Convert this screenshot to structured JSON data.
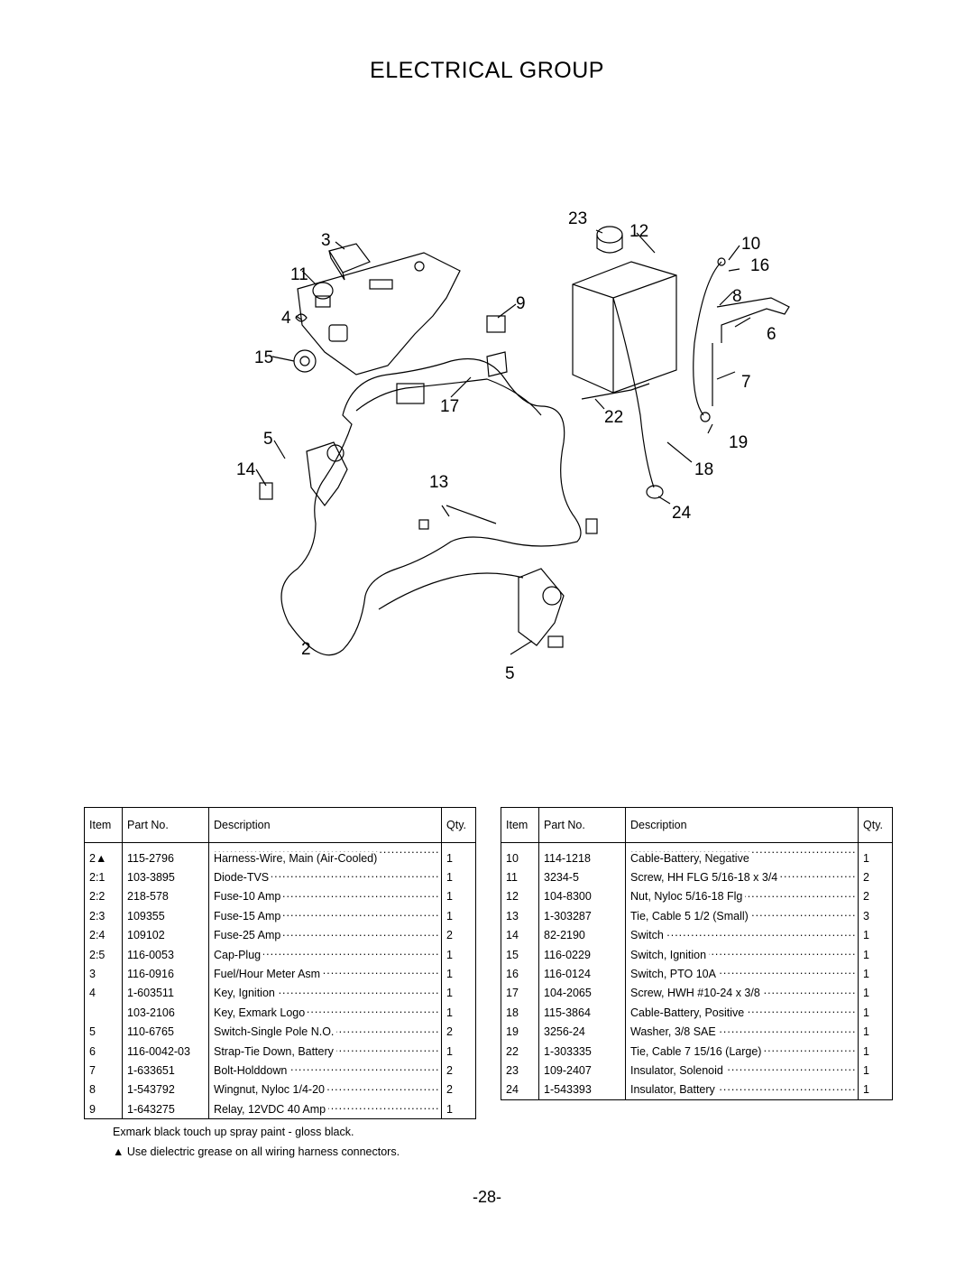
{
  "page": {
    "title": "ELECTRICAL GROUP",
    "page_number": "-28-"
  },
  "diagram": {
    "callouts": [
      "23",
      "12",
      "3",
      "10",
      "11",
      "16",
      "9",
      "8",
      "4",
      "6",
      "15",
      "7",
      "17",
      "22",
      "5",
      "19",
      "14",
      "18",
      "13",
      "24",
      "2",
      "5"
    ]
  },
  "tables": {
    "headers": {
      "item": "Item",
      "part_no": "Part No.",
      "description": "Description",
      "qty": "Qty."
    },
    "left": [
      {
        "item": "2▲",
        "part_no": "115-2796",
        "description": "Harness-Wire, Main (Air-Cooled)",
        "qty": "1"
      },
      {
        "item": "2:1",
        "part_no": "103-3895",
        "description": "Diode-TVS",
        "qty": "1"
      },
      {
        "item": "2:2",
        "part_no": "218-578",
        "description": "Fuse-10 Amp",
        "qty": "1"
      },
      {
        "item": "2:3",
        "part_no": "109355",
        "description": "Fuse-15 Amp",
        "qty": "1"
      },
      {
        "item": "2:4",
        "part_no": "109102",
        "description": "Fuse-25 Amp",
        "qty": "2"
      },
      {
        "item": "2:5",
        "part_no": "116-0053",
        "description": "Cap-Plug",
        "qty": "1"
      },
      {
        "item": "3",
        "part_no": "116-0916",
        "description": "Fuel/Hour Meter Asm",
        "qty": "1"
      },
      {
        "item": "4",
        "part_no": "1-603511",
        "description": "Key, Ignition",
        "qty": "1"
      },
      {
        "item": "",
        "part_no": "103-2106",
        "description": "Key, Exmark Logo",
        "qty": "1"
      },
      {
        "item": "5",
        "part_no": "110-6765",
        "description": "Switch-Single Pole N.O.",
        "qty": "2"
      },
      {
        "item": "6",
        "part_no": "116-0042-03",
        "description": "Strap-Tie Down, Battery",
        "qty": "1"
      },
      {
        "item": "7",
        "part_no": "1-633651",
        "description": "Bolt-Holddown",
        "qty": "2"
      },
      {
        "item": "8",
        "part_no": "1-543792",
        "description": "Wingnut, Nyloc 1/4-20",
        "qty": "2"
      },
      {
        "item": "9",
        "part_no": "1-643275",
        "description": "Relay, 12VDC 40 Amp",
        "qty": "1"
      }
    ],
    "right": [
      {
        "item": "10",
        "part_no": "114-1218",
        "description": "Cable-Battery, Negative",
        "qty": "1"
      },
      {
        "item": "11",
        "part_no": "3234-5",
        "description": "Screw, HH FLG 5/16-18 x 3/4",
        "qty": "2"
      },
      {
        "item": "12",
        "part_no": "104-8300",
        "description": "Nut, Nyloc 5/16-18 Flg",
        "qty": "2"
      },
      {
        "item": "13",
        "part_no": "1-303287",
        "description": "Tie, Cable 5 1/2 (Small)",
        "qty": "3"
      },
      {
        "item": "14",
        "part_no": "82-2190",
        "description": "Switch",
        "qty": "1"
      },
      {
        "item": "15",
        "part_no": "116-0229",
        "description": "Switch, Ignition",
        "qty": "1"
      },
      {
        "item": "16",
        "part_no": "116-0124",
        "description": "Switch, PTO 10A",
        "qty": "1"
      },
      {
        "item": "17",
        "part_no": "104-2065",
        "description": "Screw, HWH #10-24 x 3/8",
        "qty": "1"
      },
      {
        "item": "18",
        "part_no": "115-3864",
        "description": "Cable-Battery, Positive",
        "qty": "1"
      },
      {
        "item": "19",
        "part_no": "3256-24",
        "description": "Washer, 3/8 SAE",
        "qty": "1"
      },
      {
        "item": "22",
        "part_no": "1-303335",
        "description": "Tie, Cable 7 15/16 (Large)",
        "qty": "1"
      },
      {
        "item": "23",
        "part_no": "109-2407",
        "description": "Insulator, Solenoid",
        "qty": "1"
      },
      {
        "item": "24",
        "part_no": "1-543393",
        "description": "Insulator, Battery",
        "qty": "1"
      }
    ]
  },
  "notes": {
    "paint": "Exmark black touch up spray paint - gloss black.",
    "grease": "▲   Use dielectric grease on all wiring harness connectors."
  }
}
